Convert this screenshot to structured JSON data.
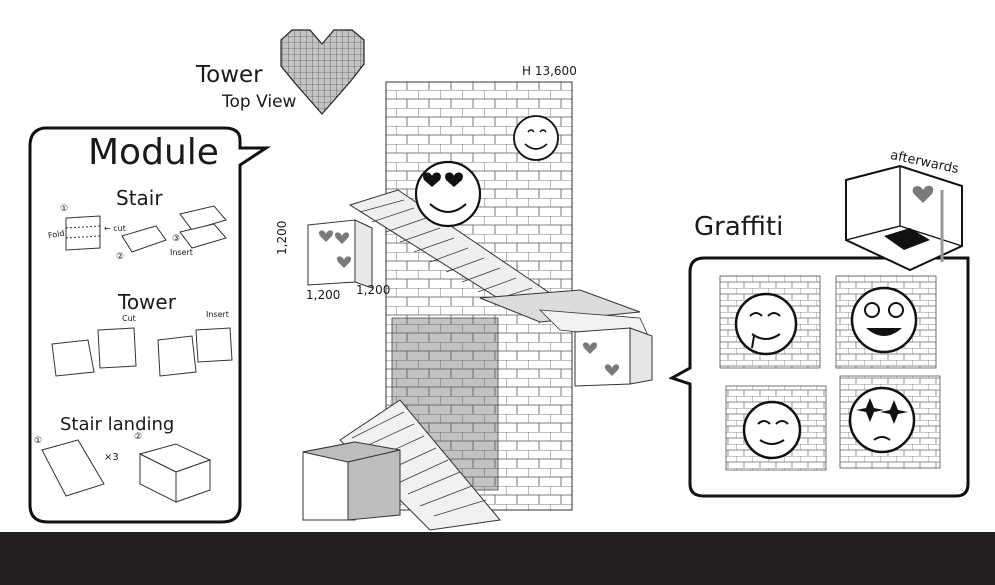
{
  "top_view": {
    "label_line1": "Tower",
    "label_line2": "Top View"
  },
  "tower": {
    "height_label": "H 13,600"
  },
  "dims": {
    "height": "1,200",
    "width": "1,200",
    "depth": "1,200"
  },
  "module_panel": {
    "title": "Module",
    "stair": {
      "heading": "Stair",
      "step1": "①",
      "step2": "②",
      "step3": "③",
      "fold": "Fold",
      "cut": "← cut",
      "insert": "Insert"
    },
    "tower": {
      "heading": "Tower",
      "cut": "Cut",
      "insert": "Insert"
    },
    "landing": {
      "heading": "Stair landing",
      "step1": "①",
      "step2": "②",
      "multiplier": "×3"
    }
  },
  "graffiti": {
    "title": "Graffiti",
    "afterwards": "afterwards"
  },
  "colors": {
    "gray_fill": "#bdbdbd",
    "ink": "#1a1a1a",
    "ground": "#231f20",
    "heart": "#7a7a7a"
  },
  "icons": [
    "heart-icon",
    "smiley-icon",
    "cool-smiley-icon"
  ]
}
